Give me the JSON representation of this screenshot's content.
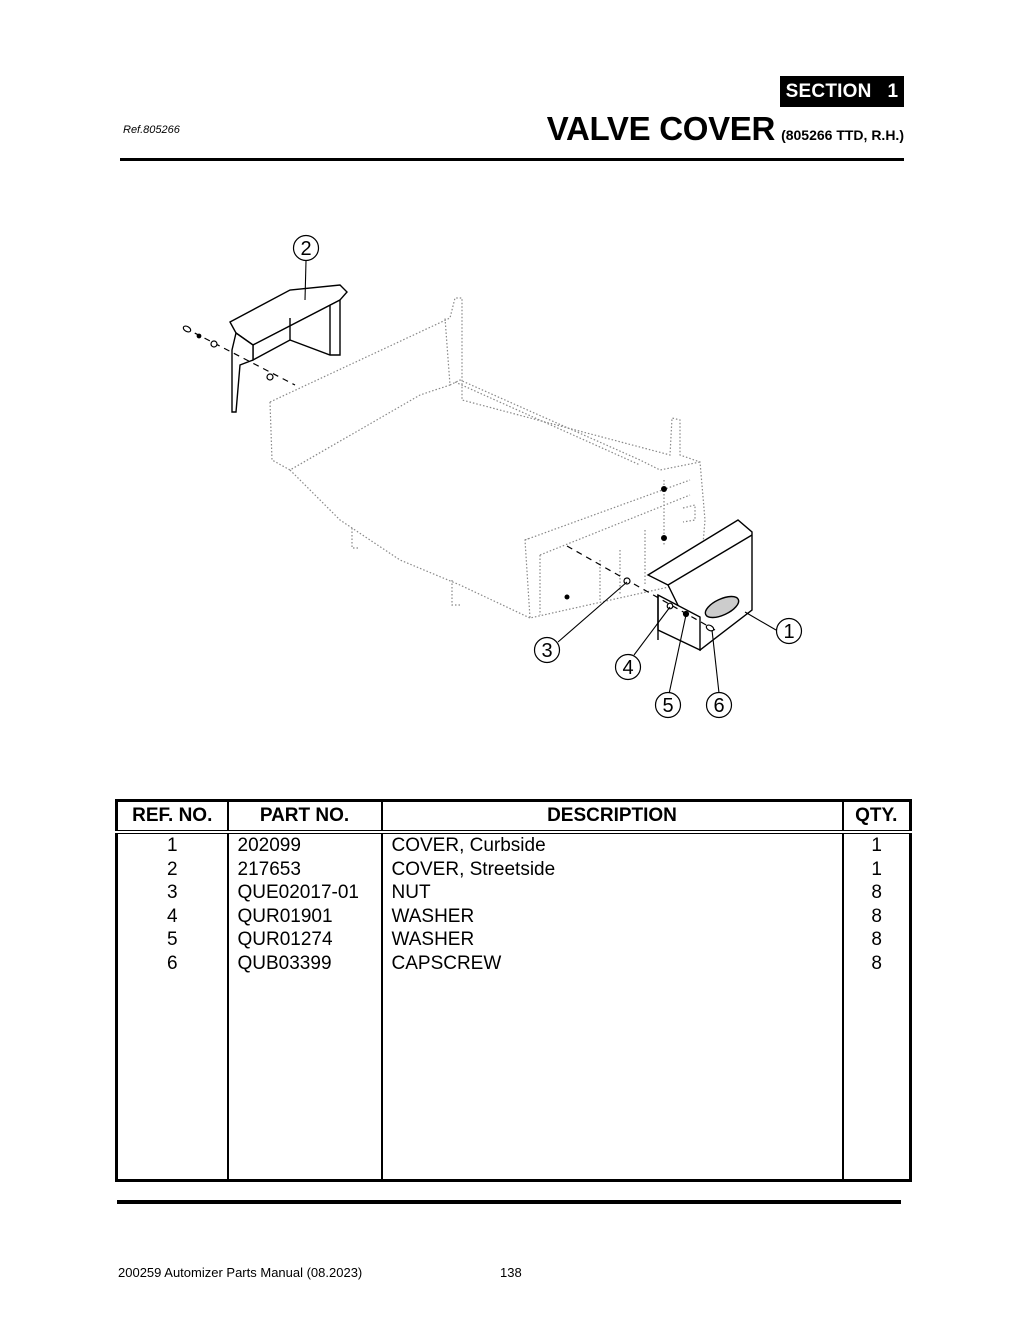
{
  "header": {
    "section_label": "SECTION",
    "section_number": "1",
    "ref": "Ref.805266",
    "title": "VALVE COVER",
    "subtitle": "(805266 TTD, R.H.)"
  },
  "diagram": {
    "callouts": [
      {
        "label": "1",
        "part": "COVER, Curbside"
      },
      {
        "label": "2",
        "part": "COVER, Streetside"
      },
      {
        "label": "3",
        "part": "NUT"
      },
      {
        "label": "4",
        "part": "WASHER"
      },
      {
        "label": "5",
        "part": "WASHER"
      },
      {
        "label": "6",
        "part": "CAPSCREW"
      }
    ]
  },
  "parts_table": {
    "columns": [
      "REF. NO.",
      "PART NO.",
      "DESCRIPTION",
      "QTY."
    ],
    "rows": [
      {
        "ref": "1",
        "part_no": "202099",
        "description": "COVER, Curbside",
        "qty": "1"
      },
      {
        "ref": "2",
        "part_no": "217653",
        "description": "COVER, Streetside",
        "qty": "1"
      },
      {
        "ref": "3",
        "part_no": "QUE02017-01",
        "description": "NUT",
        "qty": "8"
      },
      {
        "ref": "4",
        "part_no": "QUR01901",
        "description": "WASHER",
        "qty": "8"
      },
      {
        "ref": "5",
        "part_no": "QUR01274",
        "description": "WASHER",
        "qty": "8"
      },
      {
        "ref": "6",
        "part_no": "QUB03399",
        "description": "CAPSCREW",
        "qty": "8"
      }
    ]
  },
  "footer": {
    "manual": "200259 Automizer Parts Manual (08.2023)",
    "page": "138"
  }
}
